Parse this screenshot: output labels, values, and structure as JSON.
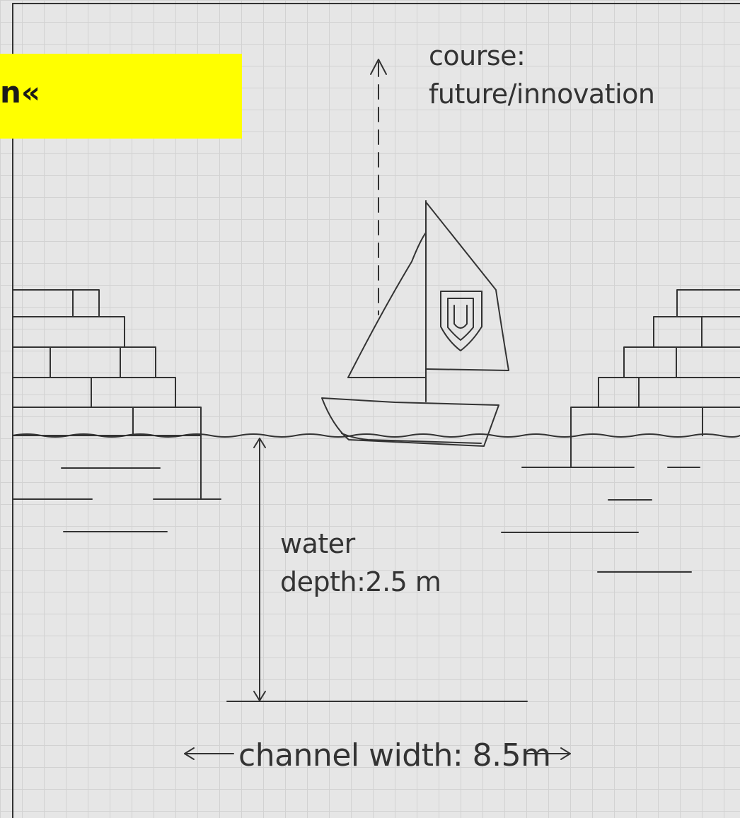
{
  "banner": {
    "text": "n«",
    "color": "#ffff00"
  },
  "course": {
    "line1": "course:",
    "line2": "future/innovation"
  },
  "depth": {
    "line1": "water",
    "line2": "depth:2.5 m"
  },
  "channel": {
    "label": "channel width: 8.5m"
  },
  "colors": {
    "ink": "#333333",
    "paper": "#e6e6e6",
    "grid": "#d2d2d2"
  },
  "icons": [
    "sailboat-icon",
    "shield-icon",
    "arrow-up-icon",
    "double-arrow-icon"
  ]
}
